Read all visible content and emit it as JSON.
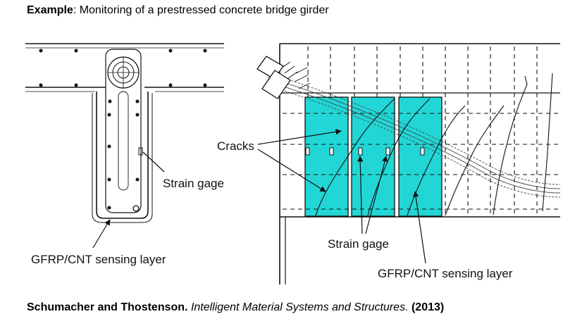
{
  "header": {
    "example_label": "Example",
    "title_text": ": Monitoring of a prestressed concrete bridge girder"
  },
  "left_diagram": {
    "strain_gage_label": "Strain gage",
    "sensing_layer_label": "GFRP/CNT sensing layer"
  },
  "right_diagram": {
    "cracks_label": "Cracks",
    "strain_gage_label": "Strain gage",
    "sensing_layer_label": "GFRP/CNT sensing layer"
  },
  "citation": {
    "authors": "Schumacher and Thostenson.",
    "journal": "Intelligent Material Systems and Structures.",
    "year": "(2013)"
  },
  "colors": {
    "sensing_patch": "#22d6d6",
    "line": "#111111"
  }
}
